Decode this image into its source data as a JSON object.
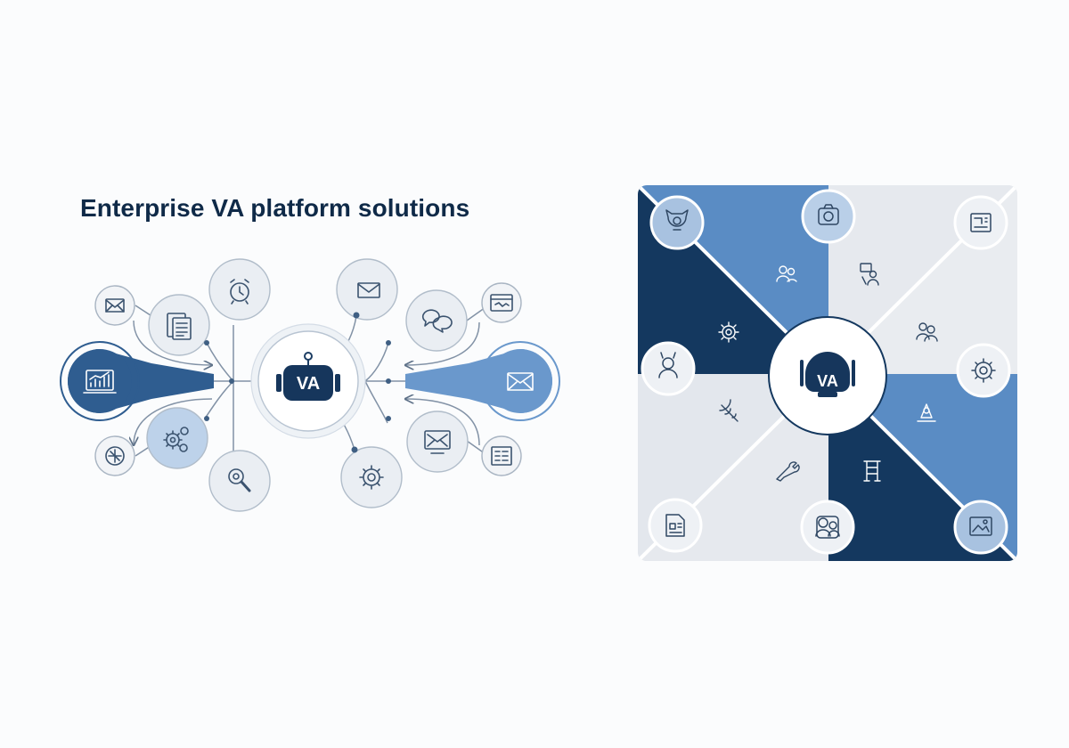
{
  "title": "Enterprise VA platform solutions",
  "hub_label": "VA",
  "colors": {
    "navy": "#14385f",
    "mid_blue": "#5a8cc4",
    "light_blue": "#b7cde6",
    "pale": "#e3e7ed",
    "line": "#6b7d93"
  },
  "left_diagram": {
    "nodes": [
      {
        "name": "analytics-node",
        "icon": "chart-icon"
      },
      {
        "name": "mail-node-outer",
        "icon": "envelope-icon"
      },
      {
        "name": "document-node",
        "icon": "document-icon"
      },
      {
        "name": "alarm-clock-node",
        "icon": "alarm-clock-icon"
      },
      {
        "name": "mail-node-top",
        "icon": "envelope-icon"
      },
      {
        "name": "chat-node",
        "icon": "chat-bubbles-icon"
      },
      {
        "name": "browser-node",
        "icon": "browser-window-icon"
      },
      {
        "name": "mail-node-right",
        "icon": "envelope-icon"
      },
      {
        "name": "gears-node",
        "icon": "gears-icon"
      },
      {
        "name": "dashboard-node",
        "icon": "dashboard-icon"
      },
      {
        "name": "search-node",
        "icon": "search-icon"
      },
      {
        "name": "settings-node",
        "icon": "gear-icon"
      },
      {
        "name": "monitor-mail-node",
        "icon": "monitor-mail-icon"
      },
      {
        "name": "form-node",
        "icon": "form-icon"
      }
    ]
  },
  "right_diagram": {
    "corner_icons": [
      "cat-badge-icon",
      "camera-badge-icon",
      "blueprint-icon",
      "user-profile-icon",
      "gear-icon",
      "document-grid-icon",
      "team-icon",
      "image-frame-icon"
    ],
    "inner_icons": [
      "users-icon",
      "presenter-icon",
      "gear-icon",
      "people-icon",
      "satellite-icon",
      "person-pin-icon",
      "wrench-icon",
      "ladder-icon"
    ]
  }
}
